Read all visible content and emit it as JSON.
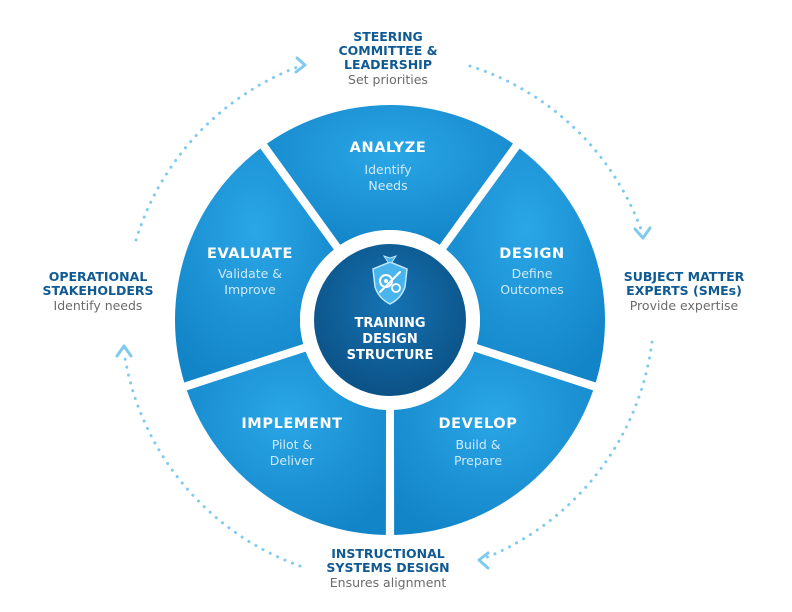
{
  "colors": {
    "segment_fill": "#1b98dc",
    "segment_fill_top": "#2aa6e6",
    "hub_fill": "#0d5e98",
    "role_title": "#0f5a92",
    "role_sub": "#6b6b6b",
    "dots": "#7fcbf0"
  },
  "hub": {
    "icon": "shield-gears-icon",
    "lines": [
      "TRAINING",
      "DESIGN",
      "STRUCTURE"
    ]
  },
  "phases": [
    {
      "title": "ANALYZE",
      "lines": [
        "Identify",
        "Needs"
      ]
    },
    {
      "title": "DESIGN",
      "lines": [
        "Define",
        "Outcomes"
      ]
    },
    {
      "title": "DEVELOP",
      "lines": [
        "Build &",
        "Prepare"
      ]
    },
    {
      "title": "IMPLEMENT",
      "lines": [
        "Pilot &",
        "Deliver"
      ]
    },
    {
      "title": "EVALUATE",
      "lines": [
        "Validate &",
        "Improve"
      ]
    }
  ],
  "roles": {
    "steering": {
      "title_lines": [
        "STEERING",
        "COMMITTEE &",
        "LEADERSHIP"
      ],
      "sub": "Set priorities"
    },
    "smes": {
      "title_lines": [
        "SUBJECT MATTER",
        "EXPERTS (SMEs)"
      ],
      "sub": "Provide expertise"
    },
    "isd": {
      "title_lines": [
        "INSTRUCTIONAL",
        "SYSTEMS DESIGN"
      ],
      "sub": "Ensures alignment"
    },
    "operational": {
      "title_lines": [
        "OPERATIONAL",
        "STAKEHOLDERS"
      ],
      "sub": "Identify needs"
    }
  }
}
